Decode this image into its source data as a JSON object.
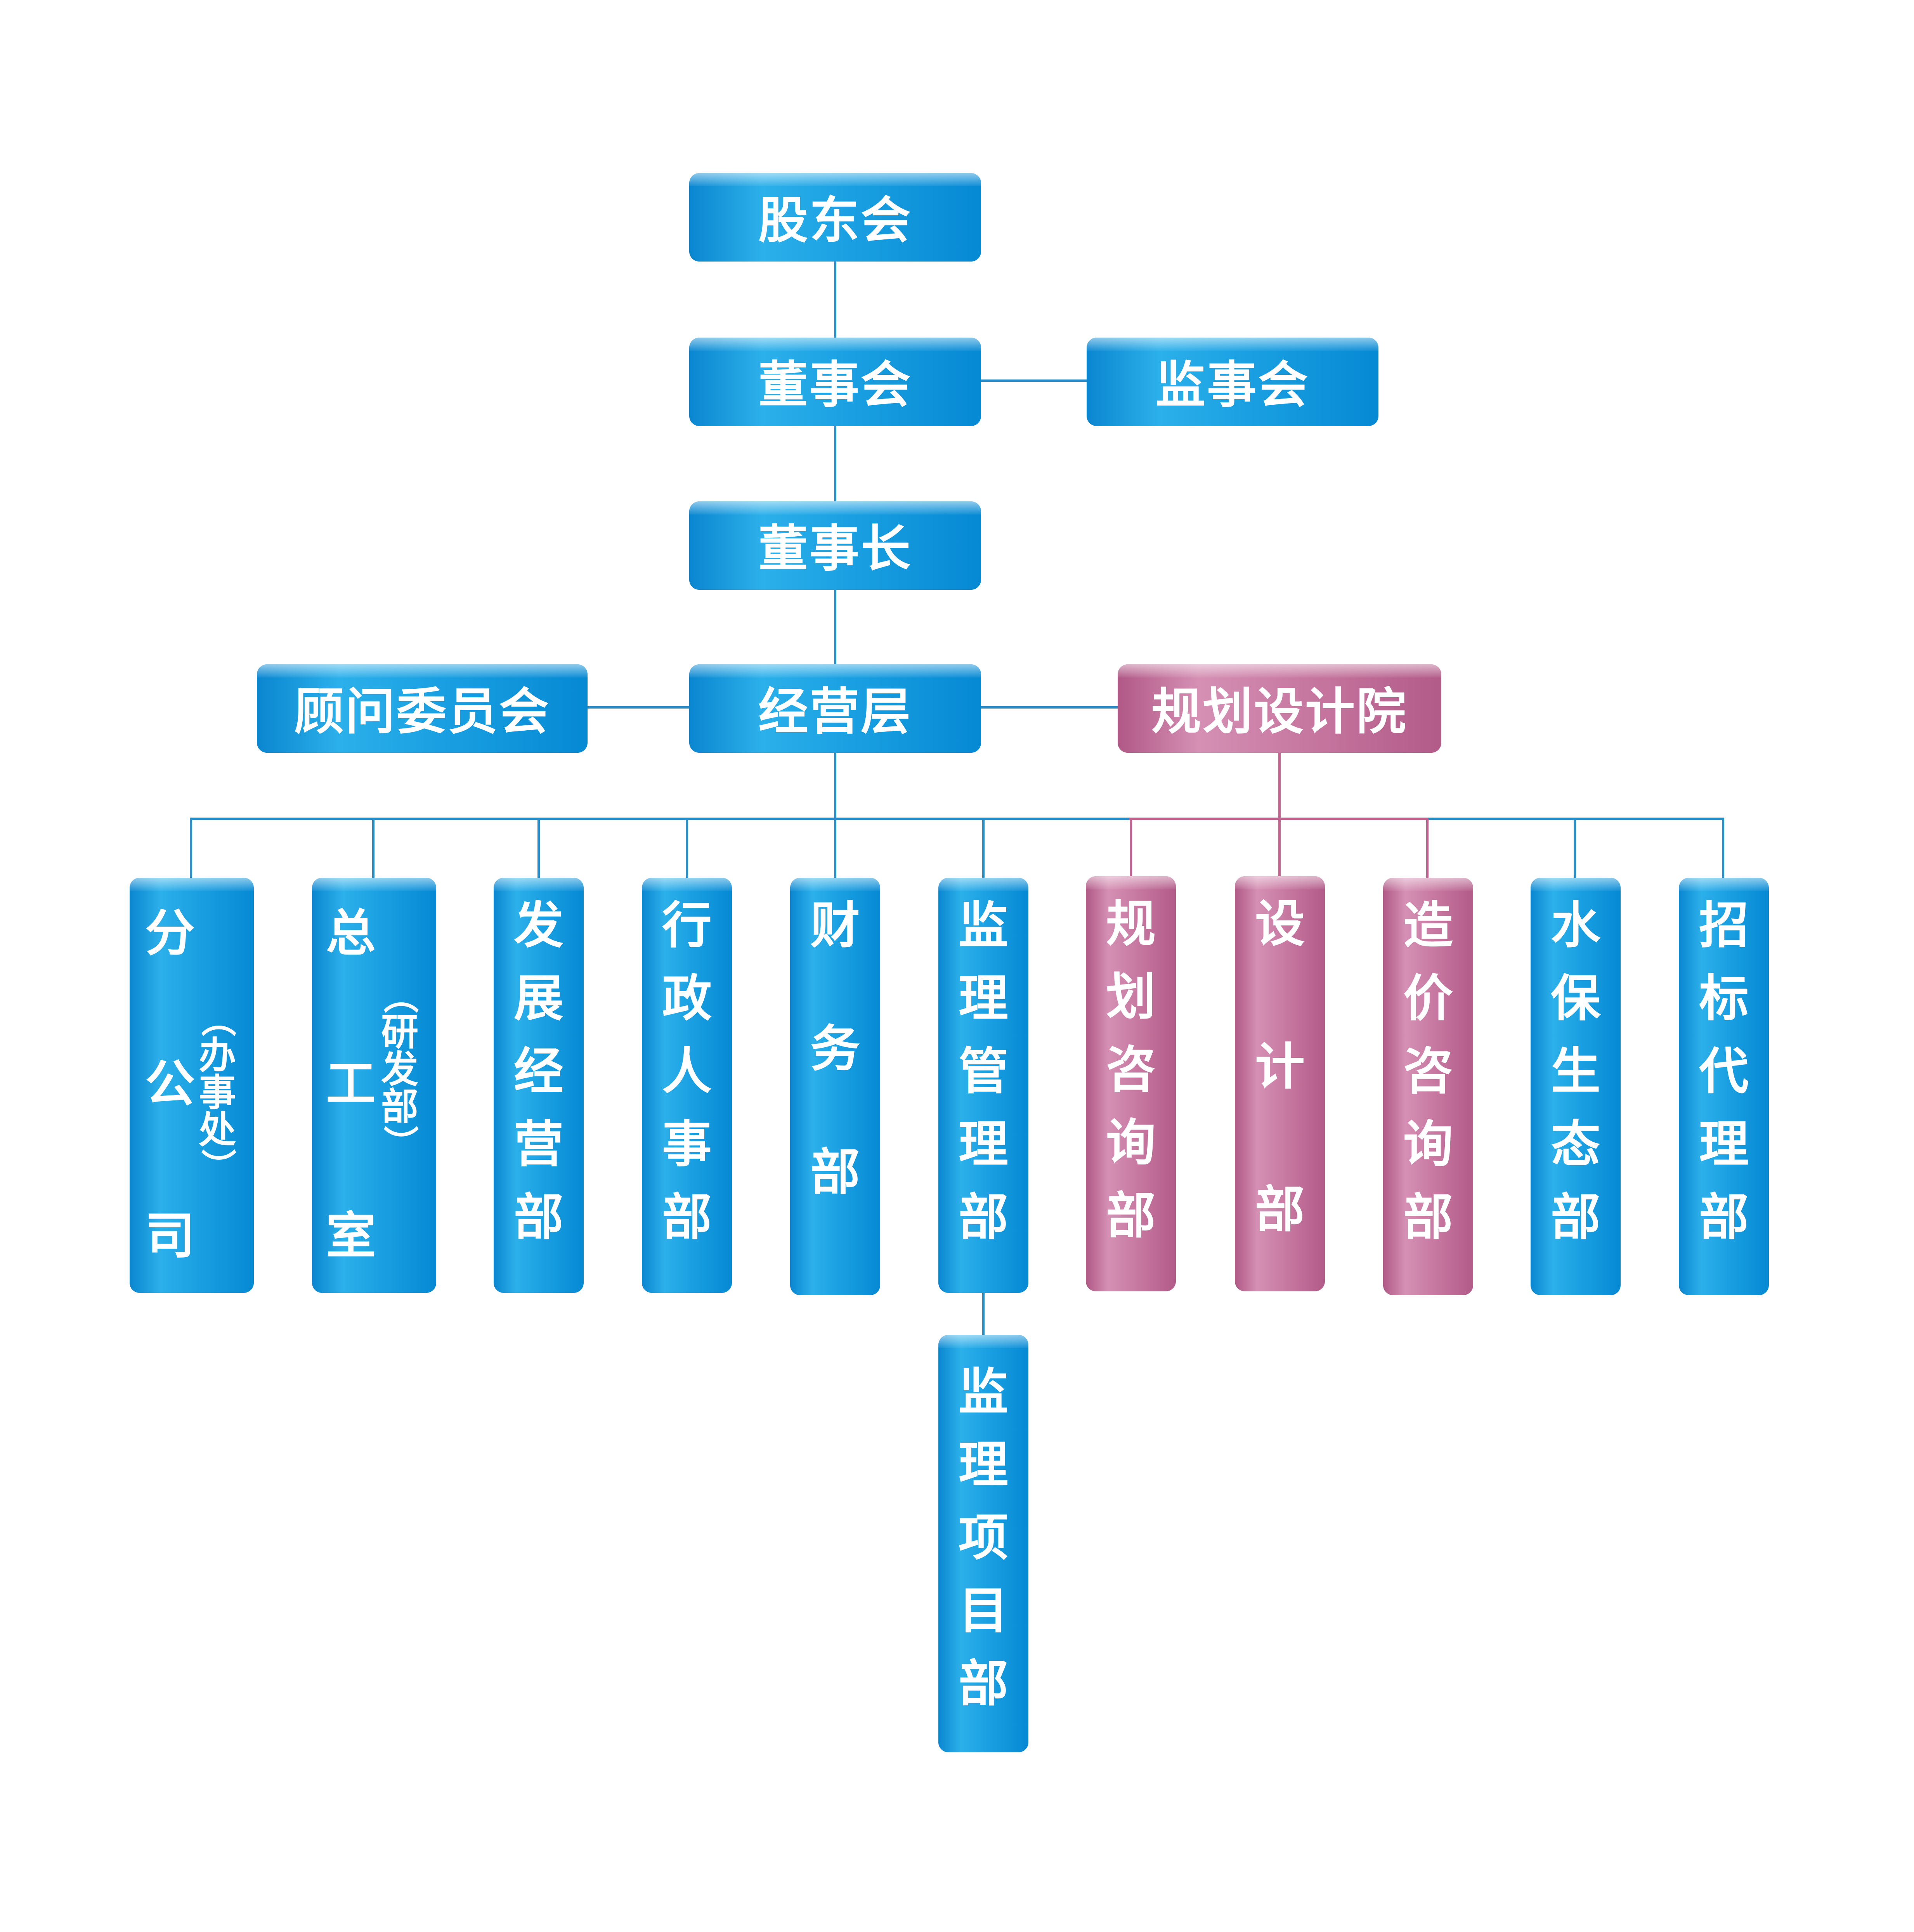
{
  "nodes": {
    "shareholders": "股东会",
    "board": "董事会",
    "supervisors": "监事会",
    "chairman": "董事长",
    "management": "经营层",
    "advisory": "顾问委员会",
    "design_institute": "规划设计院"
  },
  "departments": [
    {
      "id": "branch",
      "chars": [
        "分",
        "公",
        "司"
      ],
      "note_chars": [
        "办",
        "事",
        "处"
      ],
      "open_paren": "（",
      "close_paren": "）"
    },
    {
      "id": "chief-engineer",
      "chars": [
        "总",
        "工",
        "室"
      ],
      "note_chars": [
        "研",
        "发",
        "部"
      ],
      "open_paren": "（",
      "close_paren": "）"
    },
    {
      "id": "development",
      "chars": [
        "发",
        "展",
        "经",
        "营",
        "部"
      ]
    },
    {
      "id": "admin-hr",
      "chars": [
        "行",
        "政",
        "人",
        "事",
        "部"
      ]
    },
    {
      "id": "finance",
      "chars": [
        "财",
        "务",
        "部"
      ]
    },
    {
      "id": "supervision-mgmt",
      "chars": [
        "监",
        "理",
        "管",
        "理",
        "部"
      ]
    },
    {
      "id": "planning-consult",
      "chars": [
        "规",
        "划",
        "咨",
        "询",
        "部"
      ]
    },
    {
      "id": "design",
      "chars": [
        "设",
        "计",
        "部"
      ]
    },
    {
      "id": "cost-consult",
      "chars": [
        "造",
        "价",
        "咨",
        "询",
        "部"
      ]
    },
    {
      "id": "water-eco",
      "chars": [
        "水",
        "保",
        "生",
        "态",
        "部"
      ]
    },
    {
      "id": "bidding-agency",
      "chars": [
        "招",
        "标",
        "代",
        "理",
        "部"
      ]
    },
    {
      "id": "supervision-project",
      "chars": [
        "监",
        "理",
        "项",
        "目",
        "部"
      ]
    }
  ],
  "colors": {
    "blue": "#0a8fd6",
    "pink": "#b75d8c",
    "line_blue": "#2a8fc8",
    "line_pink": "#c2648f"
  }
}
